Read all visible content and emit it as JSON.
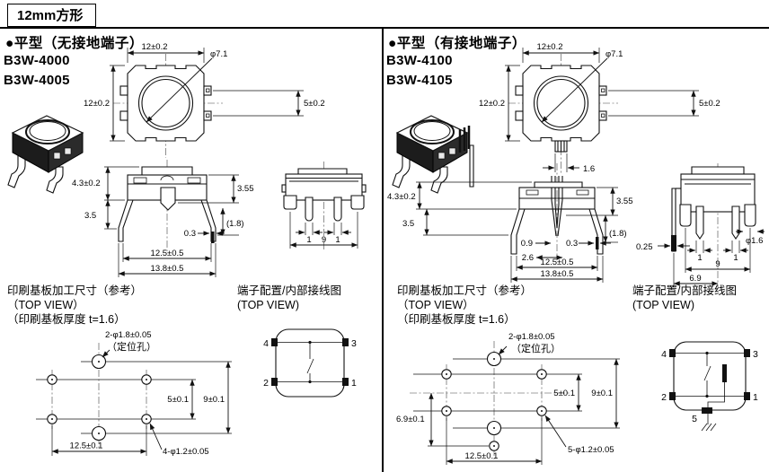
{
  "page": {
    "tag": "12mm方形"
  },
  "left": {
    "section_title": "●平型（无接地端子）",
    "model1": "B3W-4000",
    "model2": "B3W-4005",
    "top_view": {
      "dim_width": "12±0.2",
      "dim_height": "12±0.2",
      "dim_pitch": "5±0.2",
      "dim_button": "φ7.1"
    },
    "side_view": {
      "dim_total_h": "4.3±0.2",
      "dim_leg_h": "3.5",
      "dim_body_h": "3.55",
      "dim_tip": "(1.8)",
      "dim_lead_t": "0.3",
      "dim_inner_w": "12.5±0.5",
      "dim_outer_w": "13.8±0.5"
    },
    "front_view": {
      "dim_lead_w1": "1",
      "dim_pitch": "9",
      "dim_lead_w2": "1"
    },
    "pcb": {
      "title": "印刷基板加工尺寸（参考）",
      "subtitle1": "（TOP VIEW）",
      "subtitle2": "（印刷基板厚度 t=1.6）",
      "hole_top": "2-φ1.8±0.05",
      "hole_top_note": "（定位孔）",
      "dim_inner_v": "5±0.1",
      "dim_outer_v": "9±0.1",
      "dim_h": "12.5±0.1",
      "hole_lead": "4-φ1.2±0.05"
    },
    "circuit": {
      "title": "端子配置/内部接线图",
      "subtitle": "(TOP VIEW)",
      "t4": "4",
      "t3": "3",
      "t2": "2",
      "t1": "1"
    }
  },
  "right": {
    "section_title": "●平型（有接地端子）",
    "model1": "B3W-4100",
    "model2": "B3W-4105",
    "top_view": {
      "dim_width": "12±0.2",
      "dim_height": "12±0.2",
      "dim_pitch": "5±0.2",
      "dim_button": "φ7.1",
      "dim_gnd_w": "1.6"
    },
    "side_view": {
      "dim_total_h": "4.3±0.2",
      "dim_leg_h": "3.5",
      "dim_body_h": "3.55",
      "dim_tip": "(1.8)",
      "dim_gnd_off": "0.9",
      "dim_lead_t": "0.3",
      "dim_gnd_w2": "2.6",
      "dim_inner_w": "12.5±0.5",
      "dim_outer_w": "13.8±0.5"
    },
    "front_view": {
      "dim_gnd_t": "0.25",
      "dim_lead_w1": "1",
      "dim_pitch": "9",
      "dim_lead_w2": "1",
      "dim_lead_d": "φ1.6",
      "dim_gnd_off": "6.9"
    },
    "pcb": {
      "title": "印刷基板加工尺寸（参考）",
      "subtitle1": "（TOP VIEW）",
      "subtitle2": "（印刷基板厚度 t=1.6）",
      "hole_top": "2-φ1.8±0.05",
      "hole_top_note": "（定位孔）",
      "dim_inner_v": "5±0.1",
      "dim_outer_v": "9±0.1",
      "dim_gnd_v": "6.9±0.1",
      "dim_h": "12.5±0.1",
      "hole_lead": "5-φ1.2±0.05"
    },
    "circuit": {
      "title": "端子配置/内部接线图",
      "subtitle": "(TOP VIEW)",
      "t4": "4",
      "t3": "3",
      "t2": "2",
      "t1": "1",
      "t5": "5"
    }
  }
}
